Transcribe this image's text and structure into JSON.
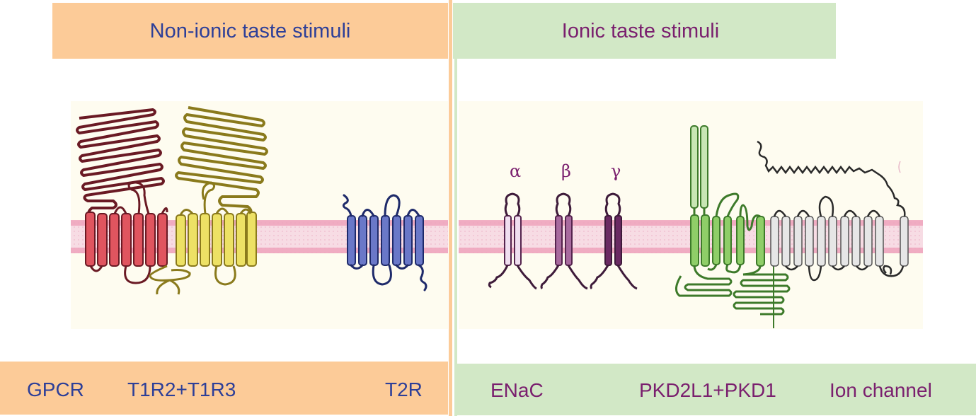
{
  "header": {
    "left_title": "Non-ionic taste stimuli",
    "right_title": "Ionic taste stimuli"
  },
  "footer": {
    "left_labels": {
      "class": "GPCR",
      "receptor1": "T1R2+T1R3",
      "receptor2": "T2R"
    },
    "right_labels": {
      "receptor1": "ENaC",
      "receptor2": "PKD2L1+PKD1",
      "class": "Ion channel"
    }
  },
  "enac_subunits": [
    "α",
    "β",
    "γ"
  ],
  "colors": {
    "orange_banner": "#fccb98",
    "green_banner": "#d2e8c6",
    "left_text": "#2d3f98",
    "right_text": "#7a1f6e",
    "membrane": "#eea3bc",
    "t1r2": "#e0555f",
    "t1r3": "#ede165",
    "t2r": "#6a78c8",
    "pkd2l1": "#8fce68",
    "pkd1": "#e6e6e6"
  }
}
